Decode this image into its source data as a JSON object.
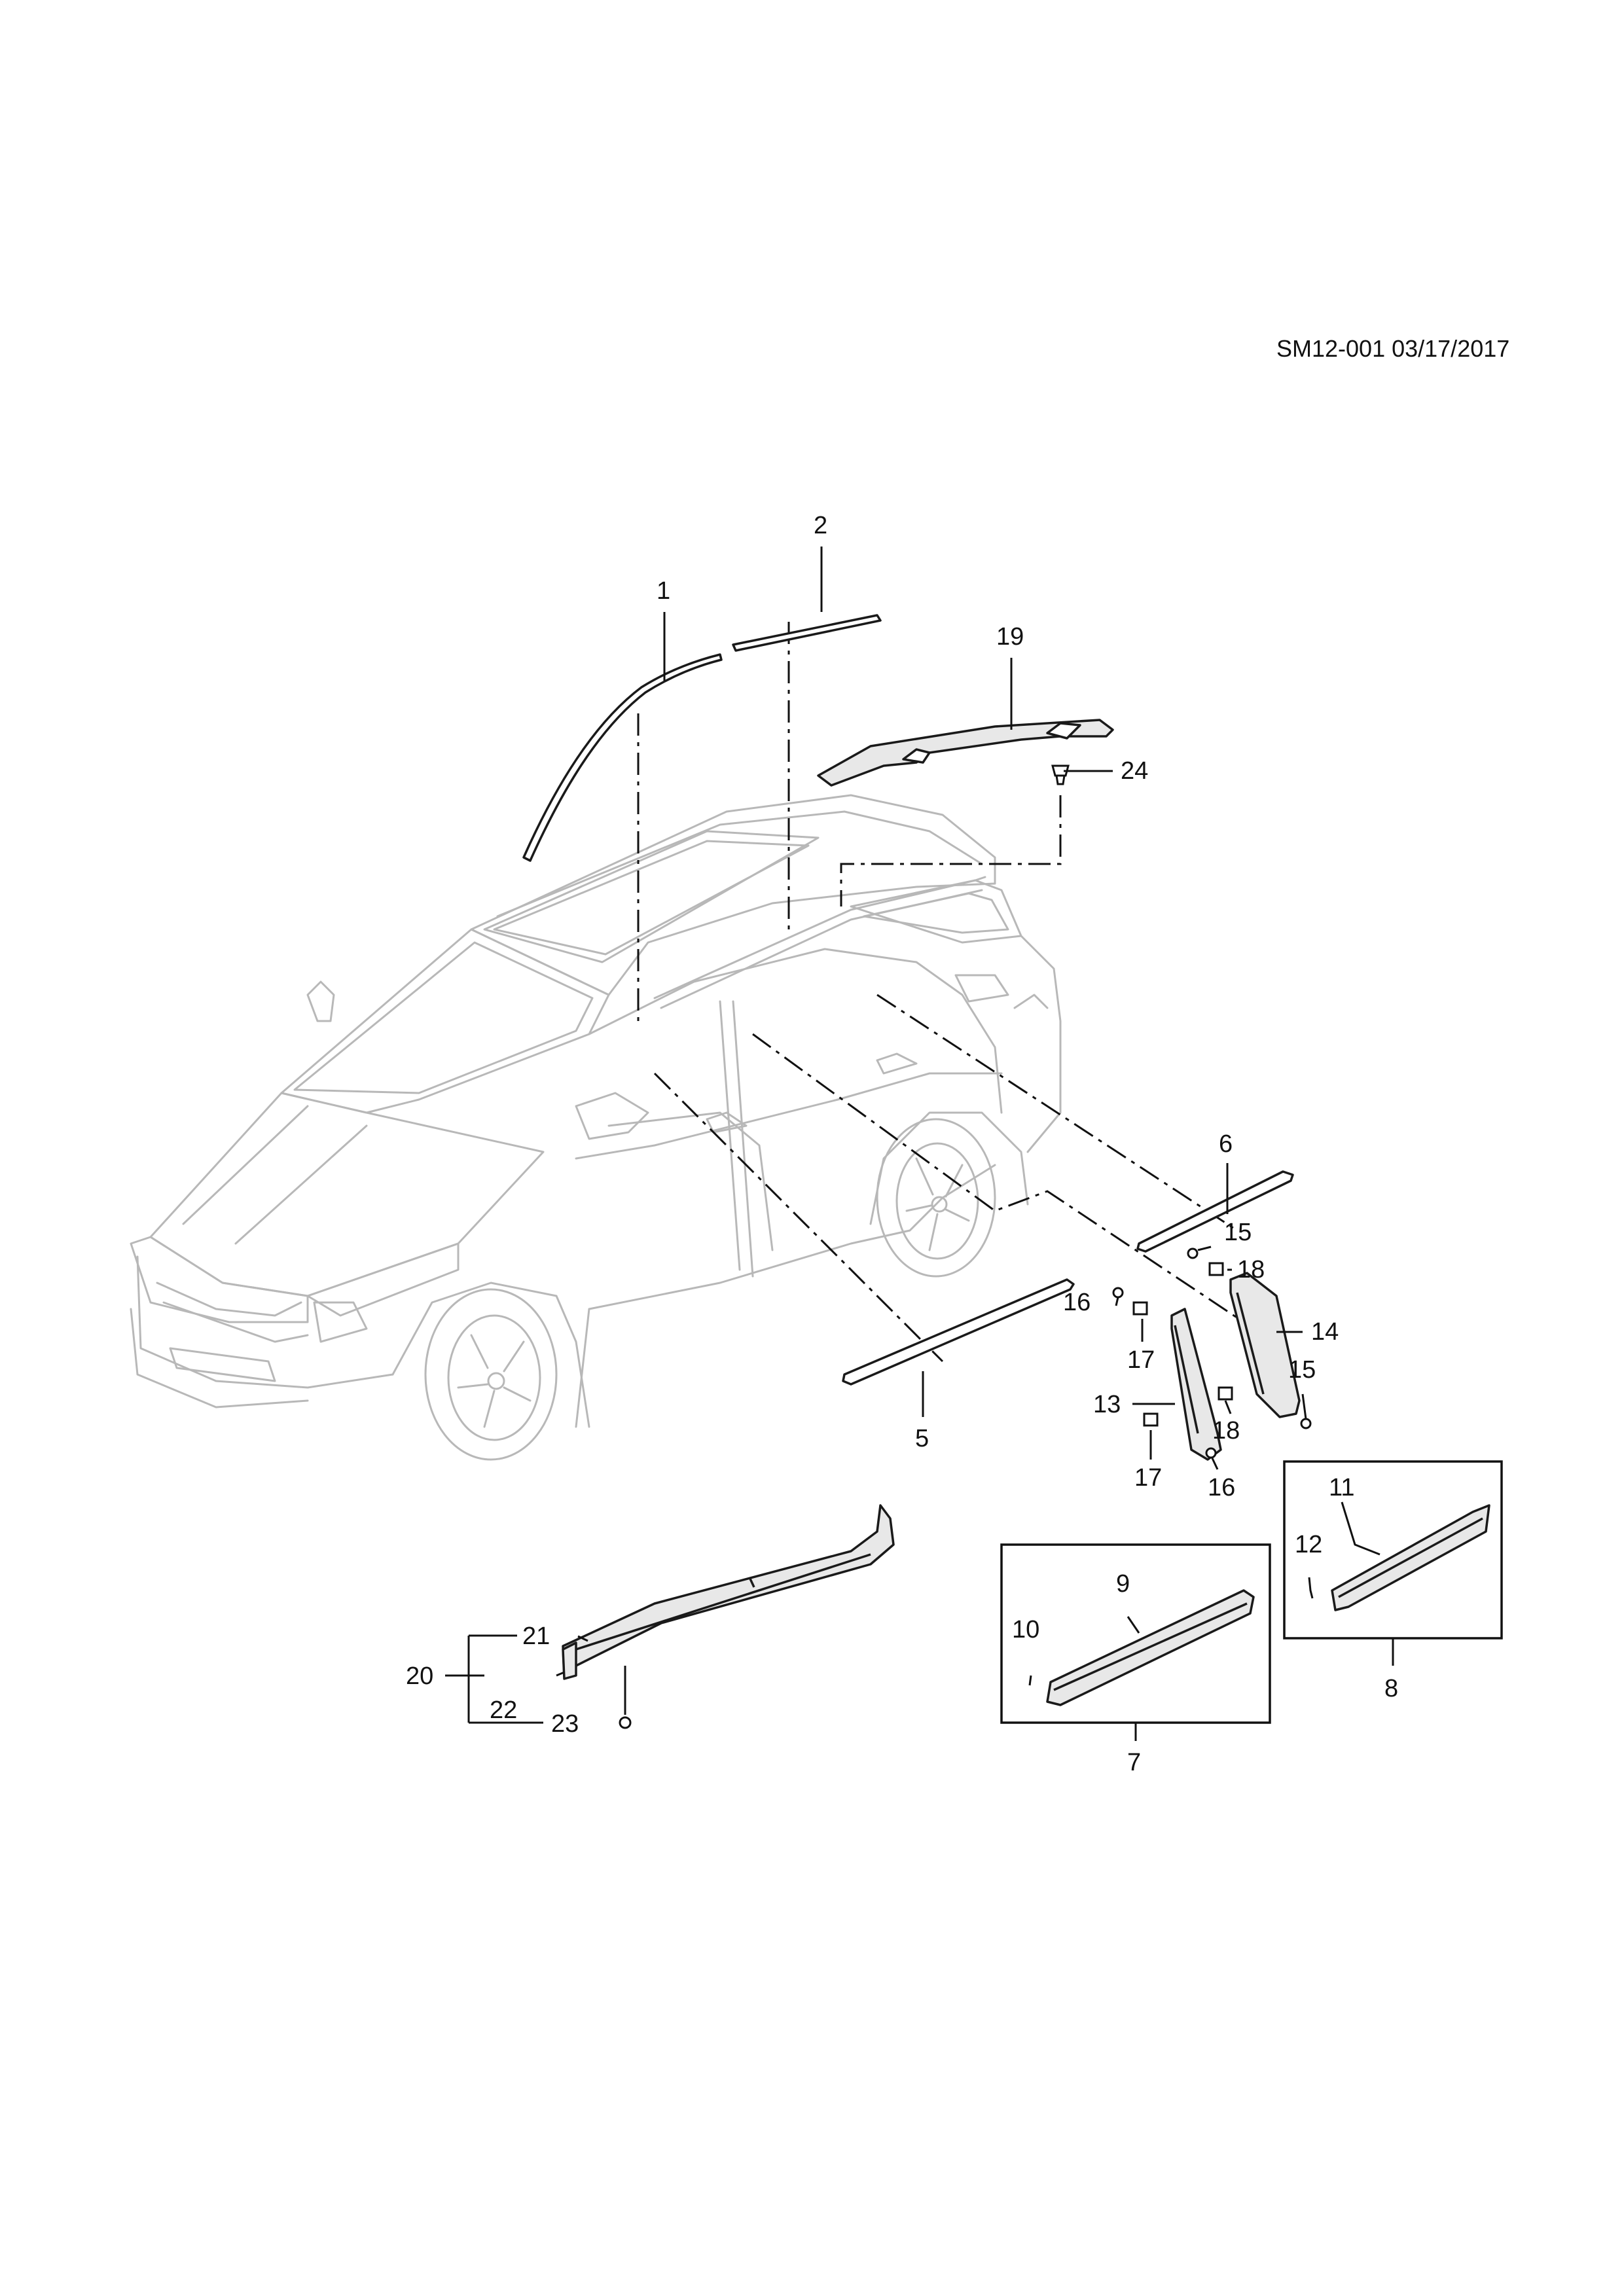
{
  "doc_code": "SM12-001 03/17/2017",
  "callouts": {
    "c1": "1",
    "c2": "2",
    "c5": "5",
    "c6": "6",
    "c7": "7",
    "c8": "8",
    "c9": "9",
    "c10": "10",
    "c11": "11",
    "c12": "12",
    "c13": "13",
    "c14": "14",
    "c15a": "15",
    "c15b": "15",
    "c16a": "16",
    "c16b": "16",
    "c17a": "17",
    "c17b": "17",
    "c18a": "18",
    "c18b": "18",
    "c19": "19",
    "c20": "20",
    "c21": "21",
    "c22": "22",
    "c23": "23",
    "c24": "24"
  }
}
